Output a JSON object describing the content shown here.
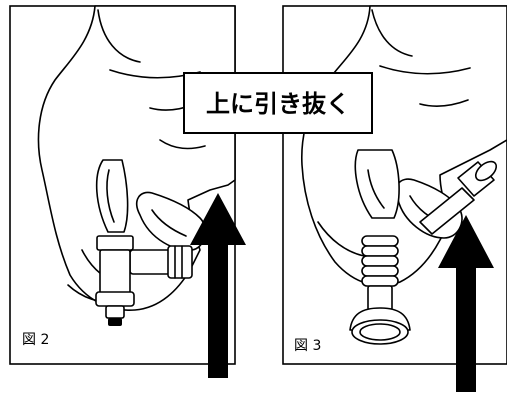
{
  "callout": {
    "text": "上に引き抜く"
  },
  "panels": [
    {
      "label": "図 2"
    },
    {
      "label": "図 3"
    }
  ],
  "colors": {
    "line": "#000000",
    "background": "#ffffff"
  }
}
